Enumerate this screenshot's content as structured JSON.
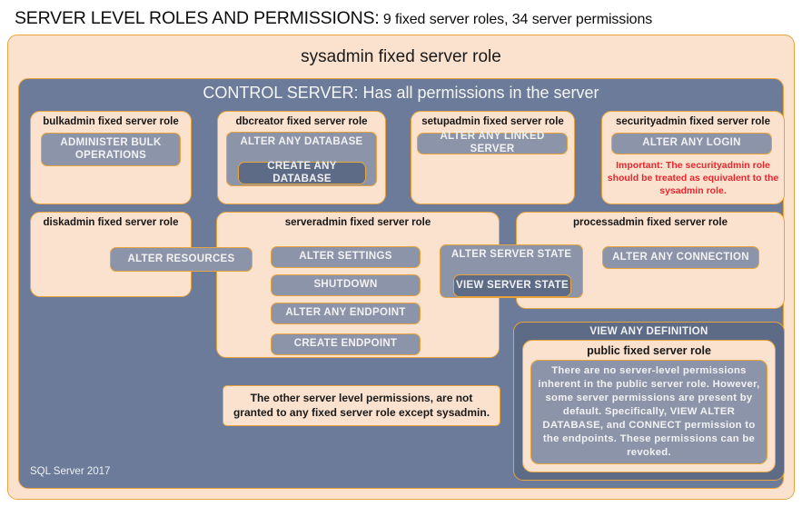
{
  "title": {
    "main": "SERVER LEVEL ROLES AND PERMISSIONS:",
    "sub": " 9 fixed server roles, 34 server permissions"
  },
  "frame": {
    "sysadmin_label": "sysadmin fixed server role",
    "control_label": "CONTROL SERVER: Has all permissions in the server",
    "version": "SQL Server 2017"
  },
  "roles": {
    "bulkadmin": {
      "label": "bulkadmin fixed server role",
      "permission": "ADMINISTER  BULK OPERATIONS"
    },
    "dbcreator": {
      "label": "dbcreator fixed server role",
      "permission_outer": "ALTER ANY DATABASE",
      "permission_inner": "CREATE  ANY DATABASE"
    },
    "setupadmin": {
      "label": "setupadmin fixed server role",
      "permission": "ALTER ANY LINKED SERVER"
    },
    "securityadmin": {
      "label": "securityadmin fixed server role",
      "permission": "ALTER ANY LOGIN",
      "note": "Important:  The securityadmin role should  be treated as equivalent to the  sysadmin role."
    },
    "diskadmin": {
      "label": "diskadmin fixed server role",
      "permission": "ALTER RESOURCES"
    },
    "serveradmin": {
      "label": "serveradmin fixed server role",
      "permissions": [
        "ALTER SETTINGS",
        "SHUTDOWN",
        "ALTER ANY ENDPOINT",
        "CREATE  ENDPOINT"
      ],
      "permission_outer": "ALTER SERVER  STATE",
      "permission_inner": "VIEW SERVER  STATE"
    },
    "processadmin": {
      "label": "processadmin fixed server role",
      "permission": "ALTER ANY CONNECTION"
    },
    "public": {
      "wrapper_permission": "VIEW ANY DEFINITION",
      "label": "public  fixed server role",
      "note": "There are no server-level permissions inherent in the public server role. However, some server permissions are present by default. Specifically, VIEW ALTER DATABASE, and CONNECT permission to the endpoints. These permissions can be revoked."
    }
  },
  "notes": {
    "other_permissions": "The other server level permissions,  are not granted to any fixed server role except sysadmin."
  },
  "colors": {
    "peach": "#fbe2cf",
    "orange_border": "#e8a33d",
    "blue_panel": "#6b7b99",
    "permission_grey": "#8b94a8",
    "permission_dark": "#5d6b87",
    "red_note": "#e8262d"
  }
}
